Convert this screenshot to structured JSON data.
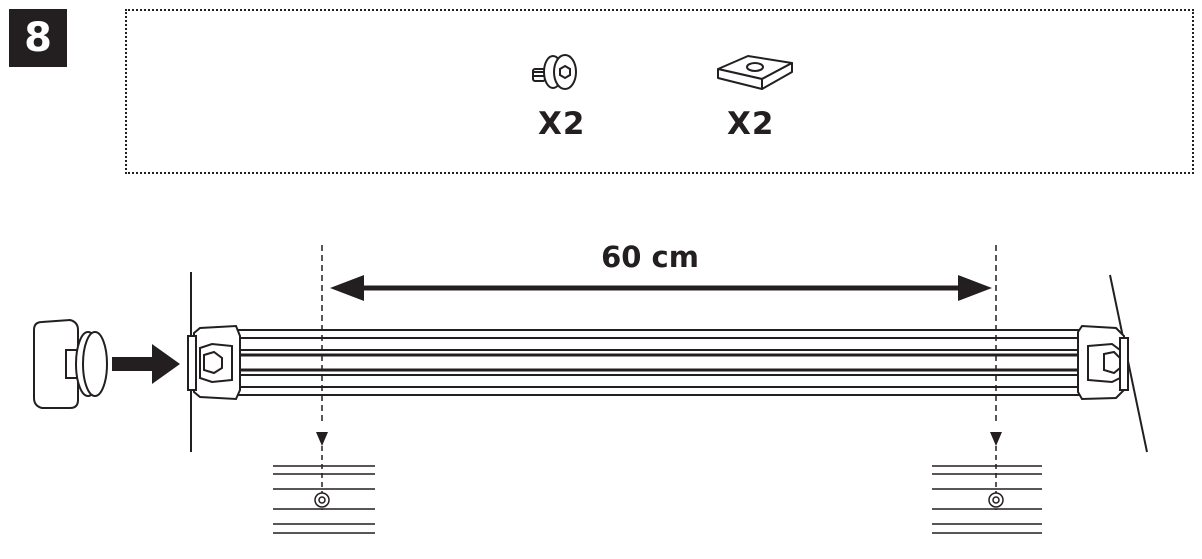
{
  "step": {
    "number": "8"
  },
  "parts": [
    {
      "icon": "screw-icon",
      "quantity": "X2"
    },
    {
      "icon": "square-nut-icon",
      "quantity": "X2"
    }
  ],
  "diagram": {
    "dimension_label": "60 cm"
  },
  "colors": {
    "ink": "#231f20",
    "background": "#ffffff"
  }
}
